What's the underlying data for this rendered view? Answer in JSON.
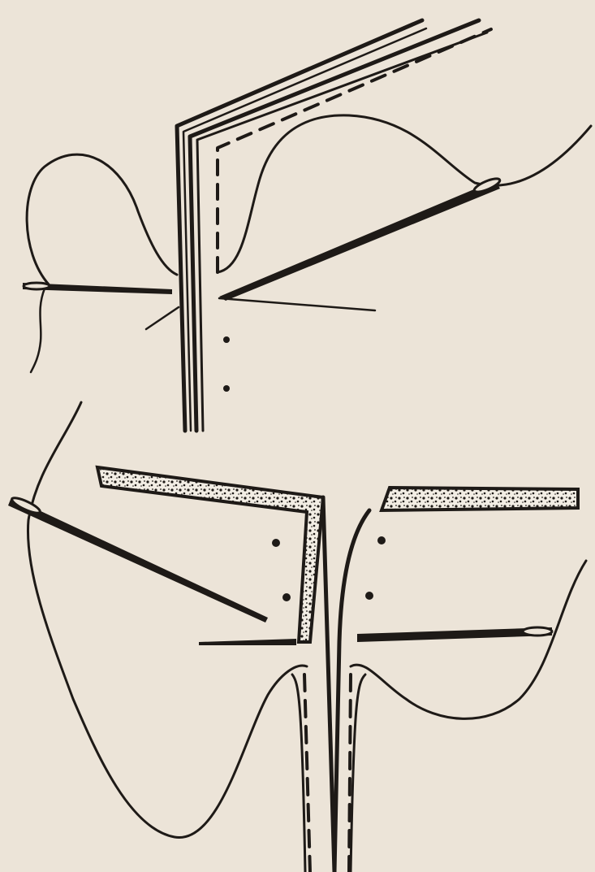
{
  "illustration": {
    "figures": [
      {
        "id": "upper",
        "subject": "folded-hem-stitching",
        "needle_count": 2,
        "stitch_marks": "dashed"
      },
      {
        "id": "lower",
        "subject": "seam-edge-stitching",
        "needle_count": 2,
        "stitch_marks": "dashed"
      }
    ],
    "colors": {
      "paper": "#ece4d8",
      "ink": "#1e1a17"
    }
  }
}
